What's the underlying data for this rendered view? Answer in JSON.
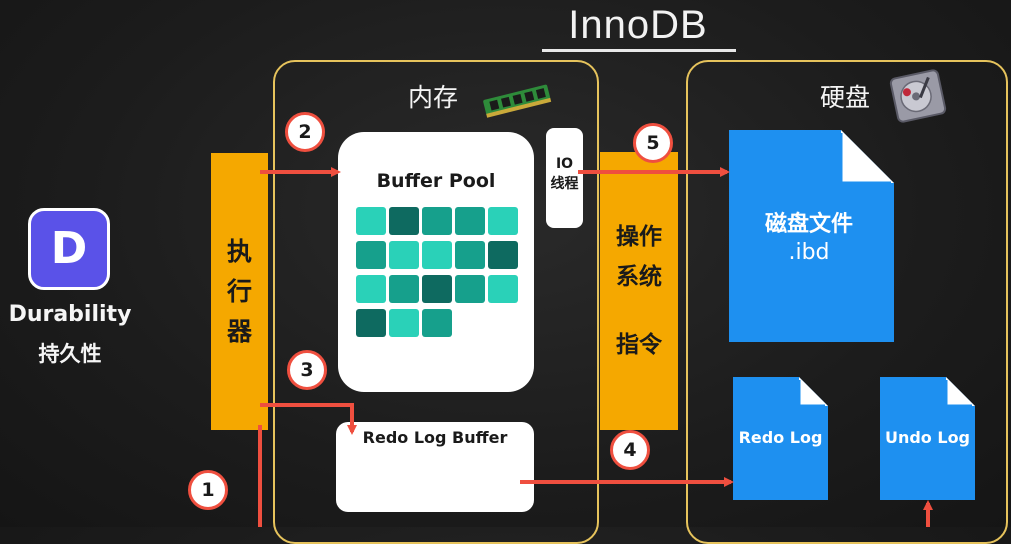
{
  "title": "InnoDB",
  "durability": {
    "badge_letter": "D",
    "label_en": "Durability",
    "label_cn": "持久性"
  },
  "memory_region": {
    "label": "内存",
    "icon": "ram-chip-icon"
  },
  "disk_region": {
    "label": "硬盘",
    "icon": "hard-disk-icon"
  },
  "executor": {
    "label": "执\n行\n器"
  },
  "buffer_pool": {
    "label": "Buffer Pool"
  },
  "io_thread": {
    "label": "IO\n线程"
  },
  "redo_log_buffer": {
    "label": "Redo Log Buffer"
  },
  "os_instruction": {
    "line1": "操作\n系统",
    "line2": "指令"
  },
  "disk_file": {
    "line1": "磁盘文件",
    "line2": ".ibd"
  },
  "redo_log_file": {
    "label": "Redo Log"
  },
  "undo_log_file": {
    "label": "Undo Log"
  },
  "steps": [
    "1",
    "2",
    "3",
    "4",
    "5"
  ],
  "colors": {
    "region_border": "#e6c35c",
    "orange": "#f5a800",
    "file_blue": "#1e90f0",
    "arrow_red": "#ef4f3f",
    "badge_purple": "#5a52e8",
    "teal_light": "#2ad1b8",
    "teal_mid": "#16a08c",
    "teal_dark": "#0e6a60"
  },
  "buffer_pool_cells": [
    "light",
    "dark",
    "mid",
    "mid",
    "light",
    "mid",
    "light",
    "light",
    "mid",
    "dark",
    "light",
    "mid",
    "dark",
    "mid",
    "light",
    "dark",
    "light",
    "mid"
  ]
}
